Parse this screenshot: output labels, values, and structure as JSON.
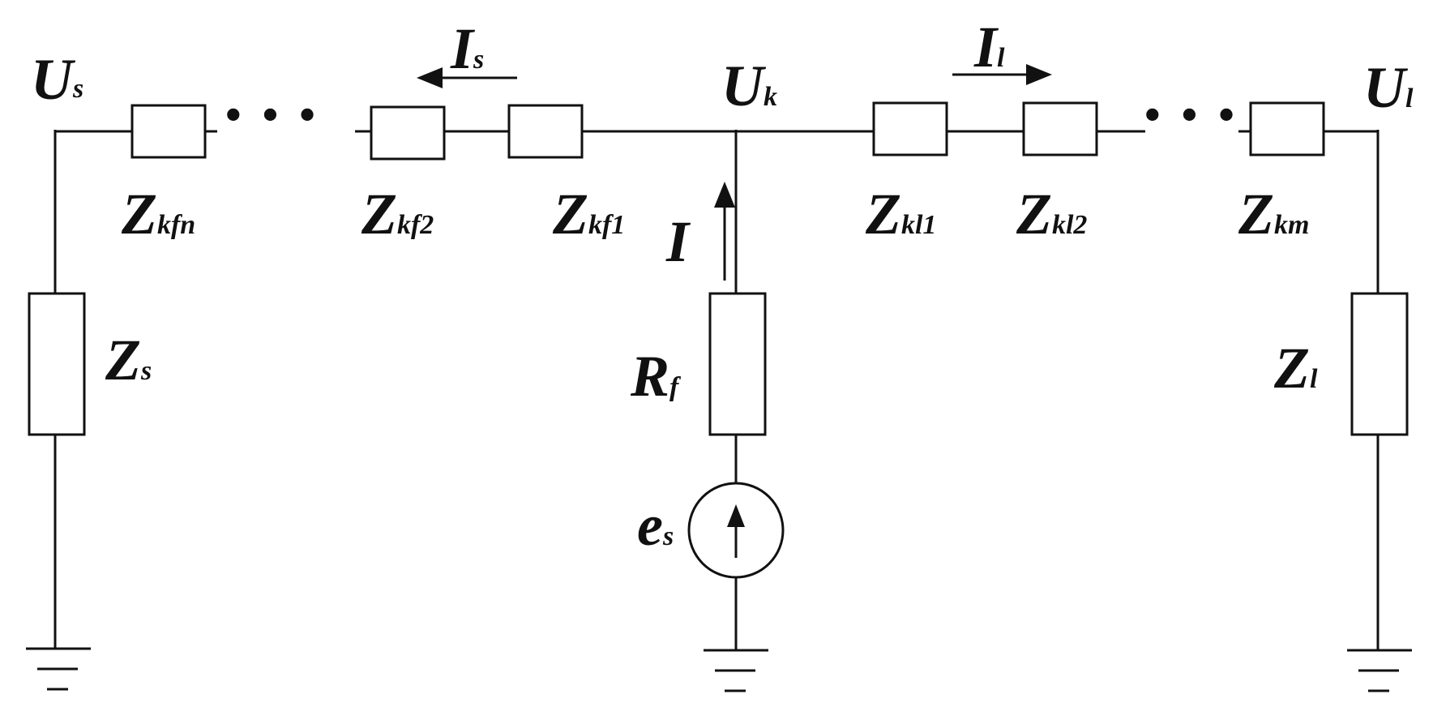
{
  "nodes": {
    "source_node": {
      "main": "U",
      "sub": "s"
    },
    "fault_node": {
      "main": "U",
      "sub": "k"
    },
    "load_node": {
      "main": "U",
      "sub": "l"
    }
  },
  "currents": {
    "source_current": {
      "main": "I",
      "sub": "s"
    },
    "load_current": {
      "main": "I",
      "sub": "l"
    },
    "fault_current": {
      "main": "I",
      "sub": ""
    }
  },
  "impedances": {
    "z_kfn": {
      "main": "Z",
      "sub": "kfn"
    },
    "z_kf2": {
      "main": "Z",
      "sub": "kf2"
    },
    "z_kf1": {
      "main": "Z",
      "sub": "kf1"
    },
    "z_kl1": {
      "main": "Z",
      "sub": "kl1"
    },
    "z_kl2": {
      "main": "Z",
      "sub": "kl2"
    },
    "z_km": {
      "main": "Z",
      "sub": "km"
    },
    "z_s": {
      "main": "Z",
      "sub": "s"
    },
    "z_l": {
      "main": "Z",
      "sub": "l"
    },
    "r_f": {
      "main": "R",
      "sub": "f"
    }
  },
  "source": {
    "main": "e",
    "sub": "s"
  },
  "ellipsis": {
    "left": "• • •",
    "right": "• • •"
  }
}
